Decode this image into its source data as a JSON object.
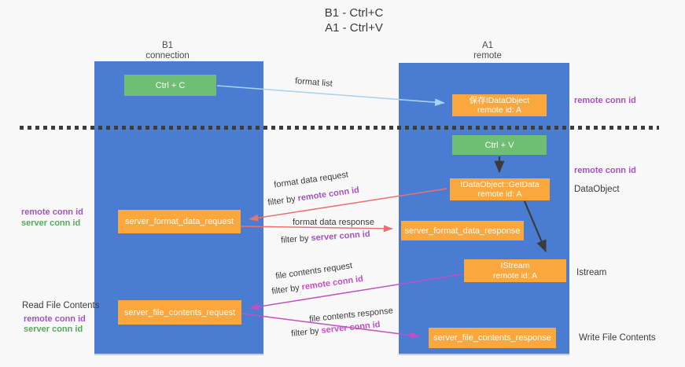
{
  "title": {
    "line1": "B1 - Ctrl+C",
    "line2": "A1 - Ctrl+V"
  },
  "lanes": {
    "b1": {
      "title": "B1",
      "subtitle": "connection"
    },
    "a1": {
      "title": "A1",
      "subtitle": "remote"
    }
  },
  "boxes": {
    "ctrl_c": {
      "label": "Ctrl + C"
    },
    "save_dataobject": {
      "line1": "保存IDataObject",
      "line2": "remote id: A"
    },
    "ctrl_v": {
      "label": "Ctrl + V"
    },
    "getdata": {
      "line1": "IDataObject::GetData",
      "line2": "remote id: A"
    },
    "server_format_data_request": {
      "label": "server_format_data_request"
    },
    "server_format_data_response": {
      "label": "server_format_data_response"
    },
    "istream": {
      "line1": "IStream",
      "line2": "remote id: A"
    },
    "server_file_contents_request": {
      "label": "server_file_contents_request"
    },
    "server_file_contents_response": {
      "label": "server_file_contents_response"
    }
  },
  "arrows": {
    "format_list": {
      "label": "format list"
    },
    "format_data_request": {
      "label": "format data request",
      "filter_prefix": "filter by ",
      "filter_key": "remote conn id"
    },
    "format_data_response": {
      "label": "format data response",
      "filter_prefix": "filter by ",
      "filter_key": "server conn id"
    },
    "file_contents_request": {
      "label": "file contents request",
      "filter_prefix": "filter by ",
      "filter_key": "remote conn id"
    },
    "file_contents_response": {
      "label": "file contents response",
      "filter_prefix": "filter by ",
      "filter_key": "server conn id"
    }
  },
  "annotations": {
    "remote_conn_id_top": "remote conn id",
    "remote_conn_id_mid": "remote conn id",
    "dataobject": "DataObject",
    "istream": "Istream",
    "write_file_contents": "Write File Contents",
    "read_file_contents": "Read File Contents",
    "left_format_remote": "remote conn id",
    "left_format_server": "server conn id",
    "left_file_remote": "remote conn id",
    "left_file_server": "server conn id"
  },
  "colors": {
    "lane_blue": "#4a7dd2",
    "box_green": "#6ebe73",
    "box_orange": "#faa73e",
    "arrow_light_blue": "#a9d2f0",
    "arrow_red": "#e87272",
    "arrow_magenta": "#c24fc3",
    "arrow_dark": "#3b3b3b",
    "text_purple": "#a553c0",
    "text_green": "#57a85f"
  }
}
